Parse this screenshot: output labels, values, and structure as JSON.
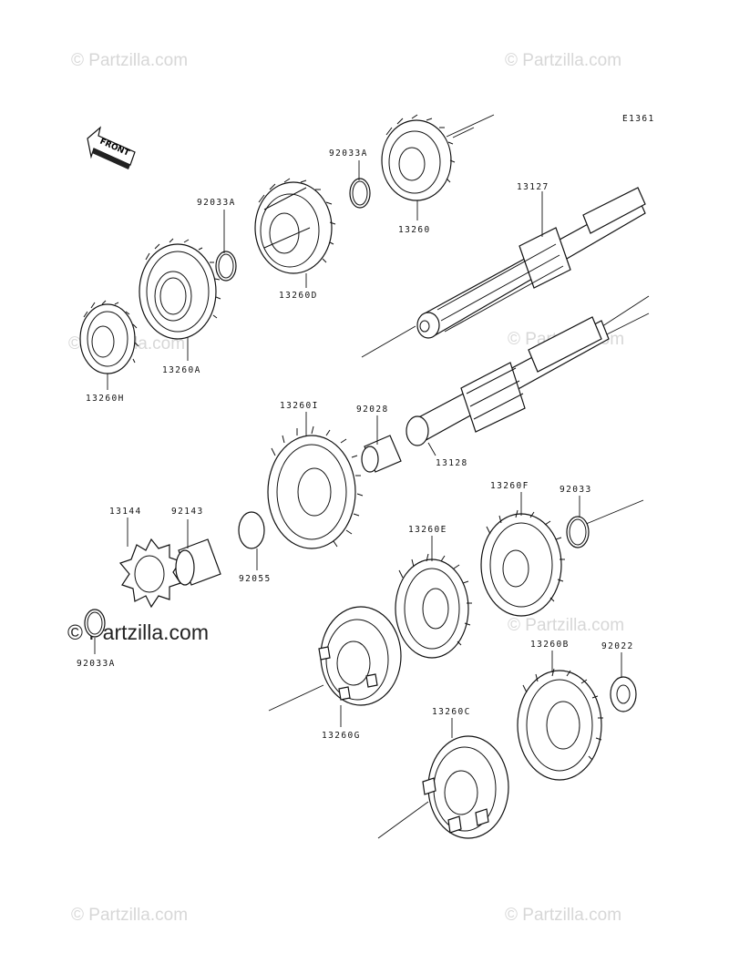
{
  "diagram_id": "E1361",
  "front_label": "FRONT",
  "watermark": "© Partzilla.com",
  "parts": [
    {
      "label": "92033A",
      "name": "circlip-92033a-top"
    },
    {
      "label": "13260",
      "name": "gear-13260"
    },
    {
      "label": "13127",
      "name": "shaft-13127"
    },
    {
      "label": "92033A",
      "name": "circlip-92033a-mid"
    },
    {
      "label": "13260D",
      "name": "gear-13260d"
    },
    {
      "label": "13260A",
      "name": "gear-13260a"
    },
    {
      "label": "13260H",
      "name": "gear-13260h"
    },
    {
      "label": "13260I",
      "name": "gear-13260i"
    },
    {
      "label": "92028",
      "name": "bushing-92028"
    },
    {
      "label": "13128",
      "name": "shaft-13128"
    },
    {
      "label": "13144",
      "name": "sprocket-13144"
    },
    {
      "label": "92143",
      "name": "collar-92143"
    },
    {
      "label": "92055",
      "name": "oring-92055"
    },
    {
      "label": "92033A",
      "name": "circlip-92033a-bottom"
    },
    {
      "label": "13260F",
      "name": "gear-13260f"
    },
    {
      "label": "92033",
      "name": "circlip-92033"
    },
    {
      "label": "13260E",
      "name": "gear-13260e"
    },
    {
      "label": "13260G",
      "name": "gear-13260g"
    },
    {
      "label": "13260B",
      "name": "gear-13260b"
    },
    {
      "label": "92022",
      "name": "washer-92022"
    },
    {
      "label": "13260C",
      "name": "gear-13260c"
    }
  ]
}
